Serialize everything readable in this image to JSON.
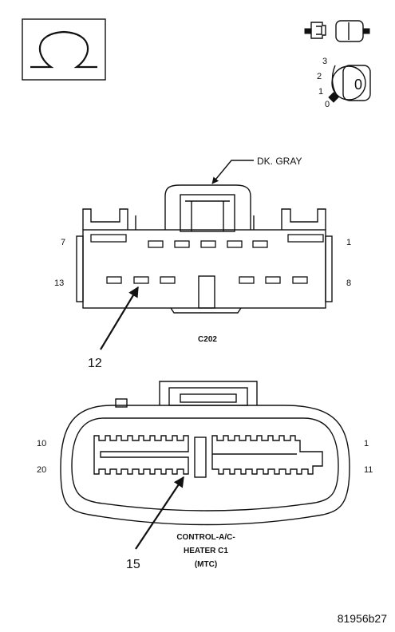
{
  "symbols": {
    "meter": "ohmmeter-icon",
    "ignition": "ignition-key-icon",
    "ignition_positions": [
      "3",
      "2",
      "1",
      "0"
    ],
    "ignition_key_label": "0"
  },
  "connector_c202": {
    "wire_color_label": "DK. GRAY",
    "pin_labels": {
      "top_left": "7",
      "top_right": "1",
      "bottom_left": "13",
      "bottom_right": "8"
    },
    "callout_pin": "12",
    "name": "C202"
  },
  "connector_c1": {
    "pin_labels": {
      "top_left": "10",
      "top_right": "1",
      "bottom_left": "20",
      "bottom_right": "11"
    },
    "callout_pin": "15",
    "name_lines": [
      "CONTROL-A/C-",
      "HEATER C1",
      "(MTC)"
    ]
  },
  "figure_id": "81956b27"
}
